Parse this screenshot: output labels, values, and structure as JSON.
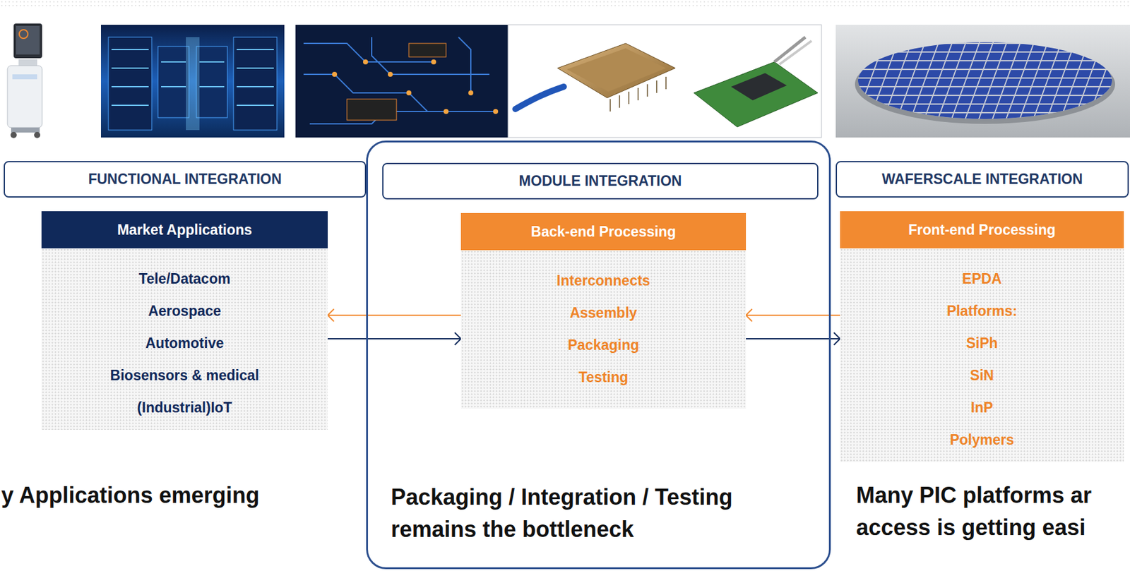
{
  "diagram": {
    "nodes": [
      {
        "text": [
          "FUNCTIONAL INTEGRATION"
        ]
      },
      {
        "text": [
          "Packaging / Integration / Testing remains the bottleneck"
        ]
      },
      {
        "text": [
          "MODULE INTEGRATION"
        ],
        "in": 1
      },
      {
        "text": [
          "WAFERSCALE INTEGRATION"
        ]
      },
      {
        "text": [
          "Market Applications",
          "Tele/Datacom",
          "Aerospace",
          "Automotive",
          "Biosensors & medical",
          "(Industrial)IoT"
        ]
      },
      {
        "text": [
          "Back-end Processing",
          "Interconnects",
          "Assembly",
          "Packaging",
          "Testing"
        ],
        "in": 1
      },
      {
        "text": [
          "Front-end Processing",
          "EPDA",
          "Platforms:",
          "SiPh",
          "SiN",
          "InP",
          "Polymers"
        ]
      }
    ],
    "edges": [
      {
        "from": 5,
        "to": 4,
        "arrow": "to"
      },
      {
        "from": 4,
        "to": 5,
        "arrow": "to"
      },
      {
        "from": 6,
        "to": 5,
        "arrow": "to"
      },
      {
        "from": 5,
        "to": 6,
        "arrow": "to"
      }
    ],
    "labels": [
      "y Applications emerging",
      "Many PIC platforms ar access is getting easi"
    ]
  }
}
